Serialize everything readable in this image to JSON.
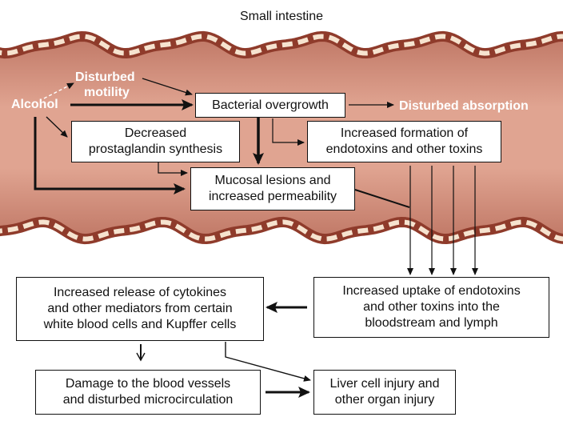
{
  "title": "Small intestine",
  "colors": {
    "tissue": "#cf8c79",
    "tissue_edge": "#8f3b2b",
    "wall_cells": "#f6e3cf",
    "white_label": "#ffffff",
    "arrow": "#111111"
  },
  "labels": {
    "alcohol": "Alcohol",
    "disturbed_motility_1": "Disturbed",
    "disturbed_motility_2": "motility",
    "disturbed_absorption": "Disturbed absorption"
  },
  "boxes": {
    "bacterial_overgrowth": "Bacterial overgrowth",
    "prostaglandin_1": "Decreased",
    "prostaglandin_2": "prostaglandin synthesis",
    "endotoxins_1": "Increased formation of",
    "endotoxins_2": "endotoxins and other toxins",
    "mucosal_1": "Mucosal lesions and",
    "mucosal_2": "increased permeability",
    "uptake_1": "Increased uptake of endotoxins",
    "uptake_2": "and other toxins into the",
    "uptake_3": "bloodstream and lymph",
    "cytokines_1": "Increased release of cytokines",
    "cytokines_2": "and other mediators from certain",
    "cytokines_3": "white blood cells and Kupffer cells",
    "damage_1": "Damage to the blood vessels",
    "damage_2": "and disturbed microcirculation",
    "liver_1": "Liver cell injury and",
    "liver_2": "other organ injury"
  }
}
